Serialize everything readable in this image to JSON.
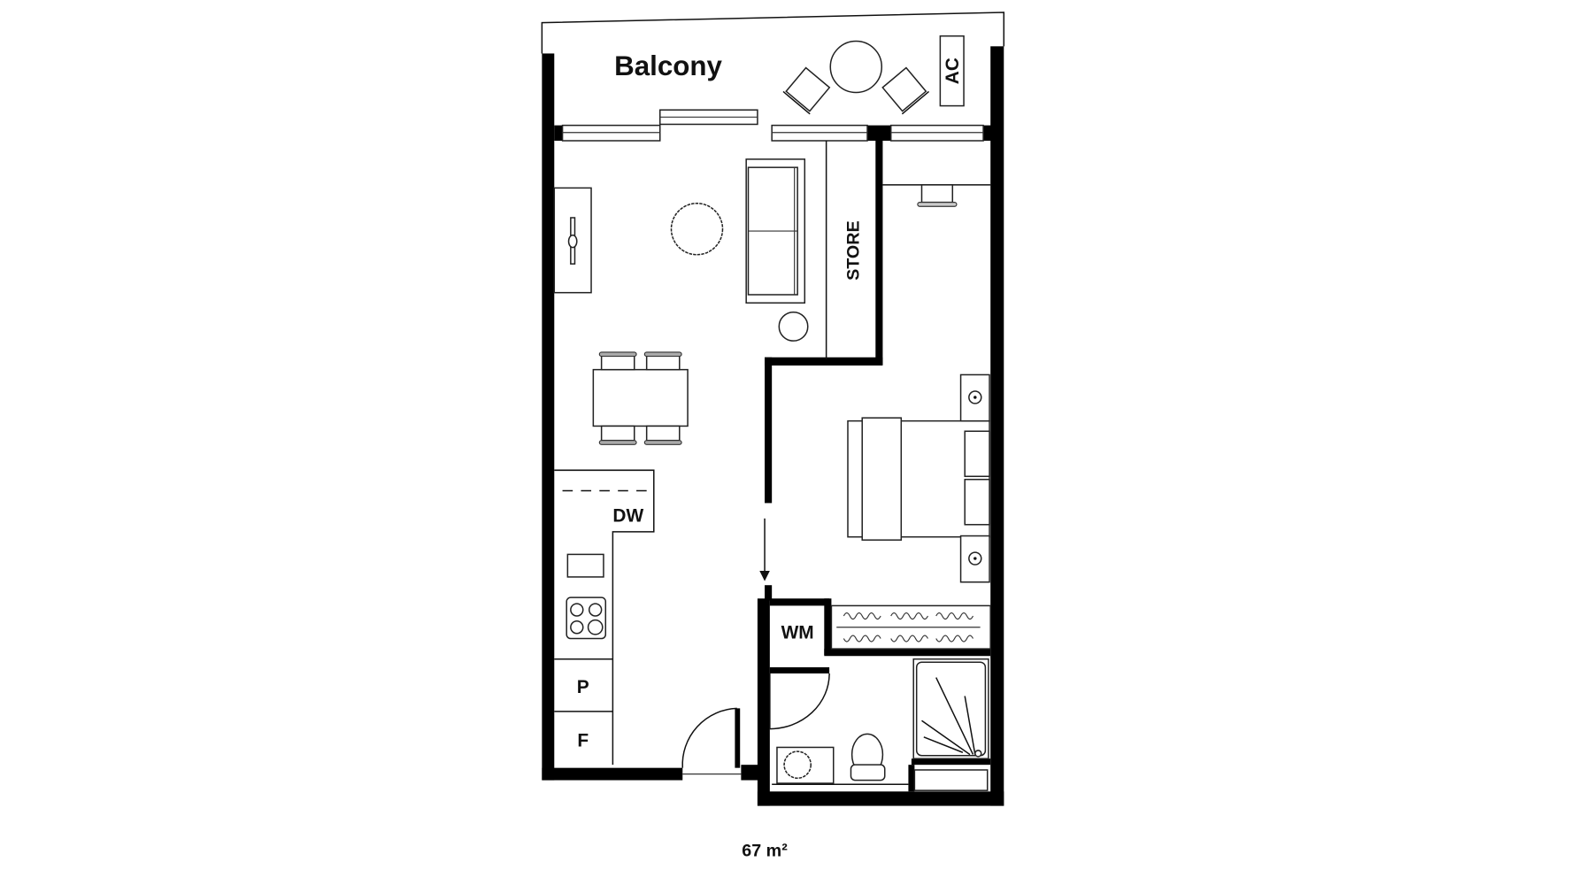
{
  "plan": {
    "rooms": {
      "balcony": "Balcony",
      "store": "STORE"
    },
    "fixtures": {
      "ac": "AC",
      "dishwasher": "DW",
      "washing_machine": "WM",
      "pantry": "P",
      "fridge": "F"
    },
    "area": "67 m²"
  }
}
